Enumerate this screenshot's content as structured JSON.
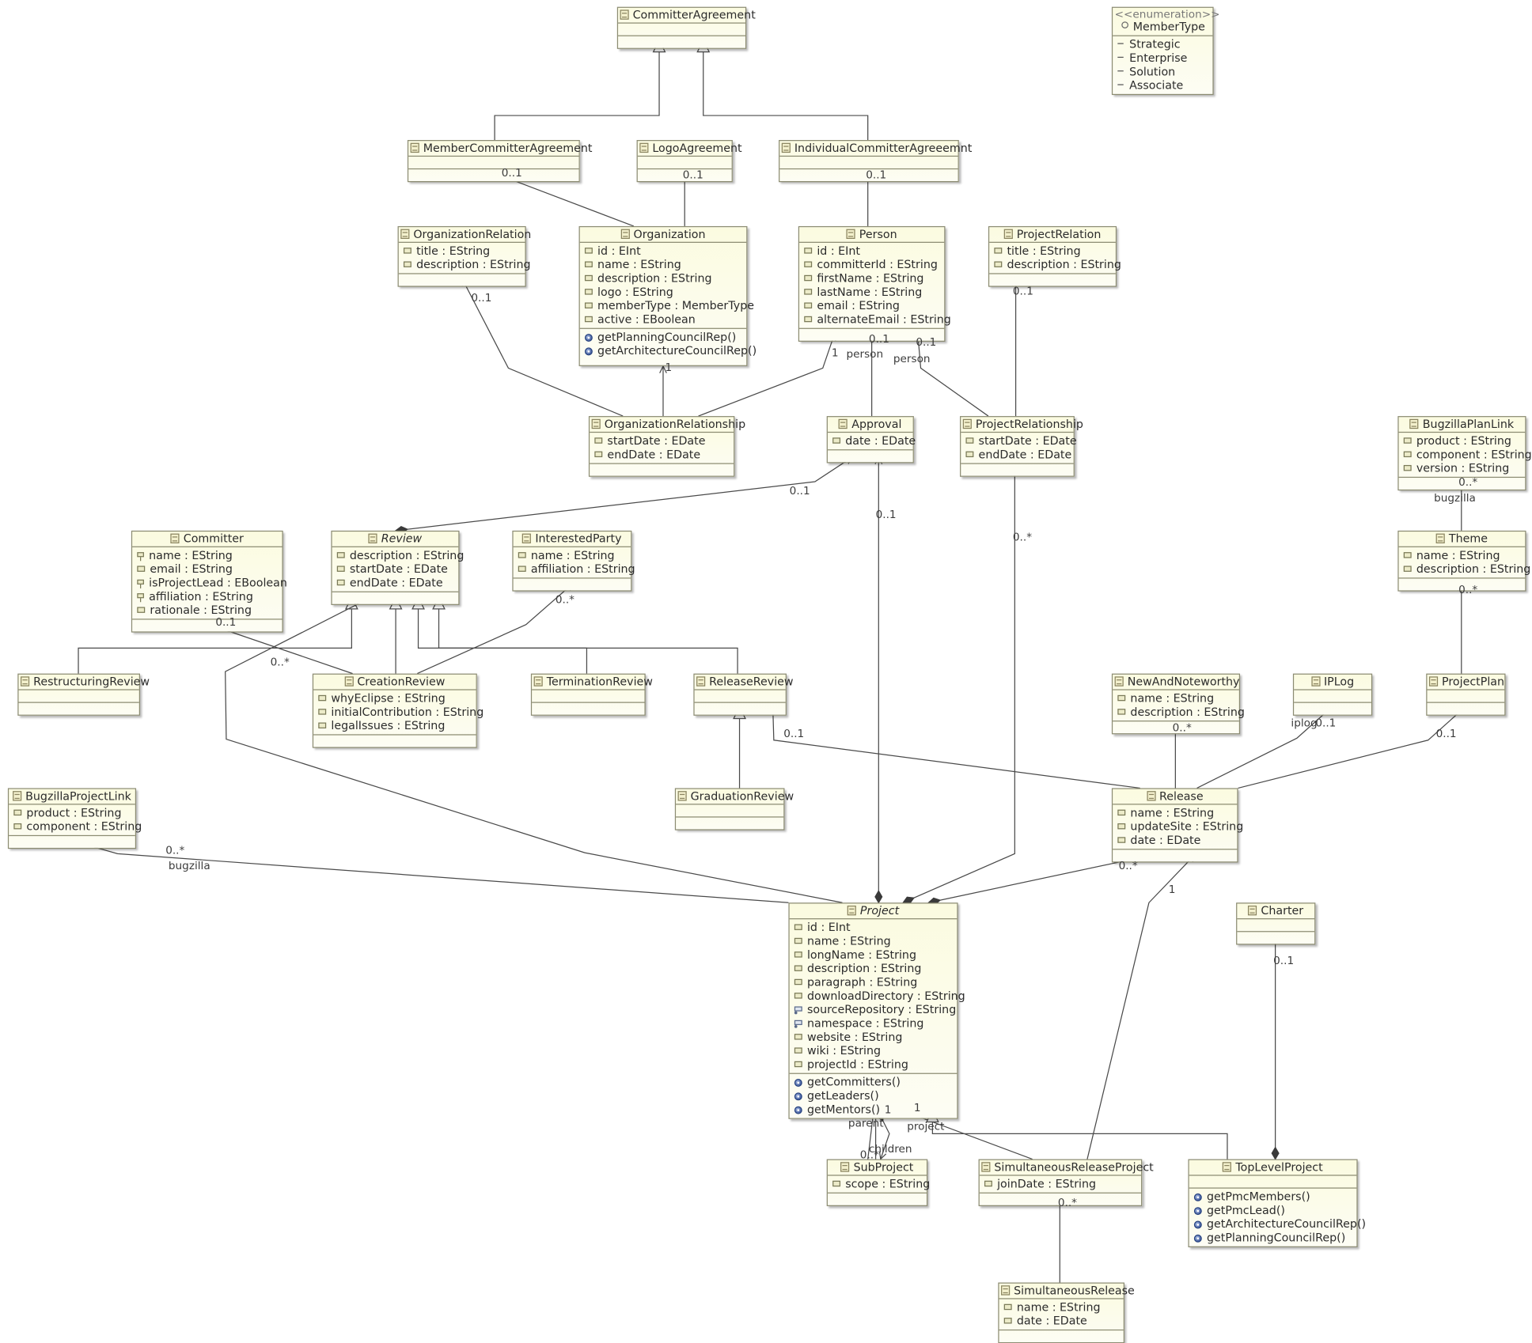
{
  "diagram": {
    "classes": [
      {
        "id": "CommitterAgreement",
        "name": "CommitterAgreement",
        "attributes": [],
        "operations": []
      },
      {
        "id": "MemberType",
        "stereotype": "<<enumeration>>",
        "name": "MemberType",
        "literals": [
          "Strategic",
          "Enterprise",
          "Solution",
          "Associate"
        ]
      },
      {
        "id": "MemberCommitterAgreement",
        "name": "MemberCommitterAgreement",
        "attributes": [],
        "operations": []
      },
      {
        "id": "LogoAgreement",
        "name": "LogoAgreement",
        "attributes": [],
        "operations": []
      },
      {
        "id": "IndividualCommitterAgreeemnt",
        "name": "IndividualCommitterAgreeemnt",
        "attributes": [],
        "operations": []
      },
      {
        "id": "OrganizationRelation",
        "name": "OrganizationRelation",
        "attributes": [
          {
            "text": "title : EString",
            "kind": "attr"
          },
          {
            "text": "description : EString",
            "kind": "attr"
          }
        ],
        "operations": []
      },
      {
        "id": "Organization",
        "name": "Organization",
        "attributes": [
          {
            "text": "id : EInt",
            "kind": "attr"
          },
          {
            "text": "name : EString",
            "kind": "attr"
          },
          {
            "text": "description : EString",
            "kind": "attr"
          },
          {
            "text": "logo : EString",
            "kind": "attr"
          },
          {
            "text": "memberType : MemberType",
            "kind": "attr"
          },
          {
            "text": "active : EBoolean",
            "kind": "attr"
          }
        ],
        "operations": [
          "getPlanningCouncilRep()",
          "getArchitectureCouncilRep()"
        ]
      },
      {
        "id": "Person",
        "name": "Person",
        "attributes": [
          {
            "text": "id : EInt",
            "kind": "attr"
          },
          {
            "text": "committerId : EString",
            "kind": "attr"
          },
          {
            "text": "firstName : EString",
            "kind": "attr"
          },
          {
            "text": "lastName : EString",
            "kind": "attr"
          },
          {
            "text": "email : EString",
            "kind": "attr"
          },
          {
            "text": "alternateEmail : EString",
            "kind": "attr"
          }
        ],
        "operations": []
      },
      {
        "id": "ProjectRelation",
        "name": "ProjectRelation",
        "attributes": [
          {
            "text": "title : EString",
            "kind": "attr"
          },
          {
            "text": "description : EString",
            "kind": "attr"
          }
        ],
        "operations": []
      },
      {
        "id": "OrganizationRelationship",
        "name": "OrganizationRelationship",
        "attributes": [
          {
            "text": "startDate : EDate",
            "kind": "attr"
          },
          {
            "text": "endDate : EDate",
            "kind": "attr"
          }
        ],
        "operations": []
      },
      {
        "id": "Approval",
        "name": "Approval",
        "attributes": [
          {
            "text": "date : EDate",
            "kind": "attr"
          }
        ],
        "operations": []
      },
      {
        "id": "ProjectRelationship",
        "name": "ProjectRelationship",
        "attributes": [
          {
            "text": "startDate : EDate",
            "kind": "attr"
          },
          {
            "text": "endDate : EDate",
            "kind": "attr"
          }
        ],
        "operations": []
      },
      {
        "id": "BugzillaPlanLink",
        "name": "BugzillaPlanLink",
        "attributes": [
          {
            "text": "product : EString",
            "kind": "attr"
          },
          {
            "text": "component : EString",
            "kind": "attr"
          },
          {
            "text": "version : EString",
            "kind": "attr"
          }
        ],
        "operations": []
      },
      {
        "id": "Committer",
        "name": "Committer",
        "attributes": [
          {
            "text": "name : EString",
            "kind": "id"
          },
          {
            "text": "email : EString",
            "kind": "attr"
          },
          {
            "text": "isProjectLead : EBoolean",
            "kind": "id"
          },
          {
            "text": "affiliation : EString",
            "kind": "id"
          },
          {
            "text": "rationale : EString",
            "kind": "attr"
          }
        ],
        "operations": []
      },
      {
        "id": "Review",
        "name": "Review",
        "abstract": true,
        "attributes": [
          {
            "text": "description : EString",
            "kind": "attr"
          },
          {
            "text": "startDate : EDate",
            "kind": "attr"
          },
          {
            "text": "endDate : EDate",
            "kind": "attr"
          }
        ],
        "operations": []
      },
      {
        "id": "InterestedParty",
        "name": "InterestedParty",
        "attributes": [
          {
            "text": "name : EString",
            "kind": "attr"
          },
          {
            "text": "affiliation : EString",
            "kind": "attr"
          }
        ],
        "operations": []
      },
      {
        "id": "Theme",
        "name": "Theme",
        "attributes": [
          {
            "text": "name : EString",
            "kind": "attr"
          },
          {
            "text": "description : EString",
            "kind": "attr"
          }
        ],
        "operations": []
      },
      {
        "id": "RestructuringReview",
        "name": "RestructuringReview",
        "attributes": [],
        "operations": []
      },
      {
        "id": "CreationReview",
        "name": "CreationReview",
        "attributes": [
          {
            "text": "whyEclipse : EString",
            "kind": "attr"
          },
          {
            "text": "initialContribution : EString",
            "kind": "attr"
          },
          {
            "text": "legalIssues : EString",
            "kind": "attr"
          }
        ],
        "operations": []
      },
      {
        "id": "TerminationReview",
        "name": "TerminationReview",
        "attributes": [],
        "operations": []
      },
      {
        "id": "ReleaseReview",
        "name": "ReleaseReview",
        "attributes": [],
        "operations": []
      },
      {
        "id": "NewAndNoteworthy",
        "name": "NewAndNoteworthy",
        "attributes": [
          {
            "text": "name : EString",
            "kind": "attr"
          },
          {
            "text": "description : EString",
            "kind": "attr"
          }
        ],
        "operations": []
      },
      {
        "id": "IPLog",
        "name": "IPLog",
        "attributes": [],
        "operations": []
      },
      {
        "id": "ProjectPlan",
        "name": "ProjectPlan",
        "attributes": [],
        "operations": []
      },
      {
        "id": "GraduationReview",
        "name": "GraduationReview",
        "attributes": [],
        "operations": []
      },
      {
        "id": "BugzillaProjectLink",
        "name": "BugzillaProjectLink",
        "attributes": [
          {
            "text": "product : EString",
            "kind": "attr"
          },
          {
            "text": "component : EString",
            "kind": "attr"
          }
        ],
        "operations": []
      },
      {
        "id": "Release",
        "name": "Release",
        "attributes": [
          {
            "text": "name : EString",
            "kind": "attr"
          },
          {
            "text": "updateSite : EString",
            "kind": "attr"
          },
          {
            "text": "date : EDate",
            "kind": "attr"
          }
        ],
        "operations": []
      },
      {
        "id": "Project",
        "name": "Project",
        "abstract": true,
        "attributes": [
          {
            "text": "id : EInt",
            "kind": "attr"
          },
          {
            "text": "name : EString",
            "kind": "attr"
          },
          {
            "text": "longName : EString",
            "kind": "attr"
          },
          {
            "text": "description : EString",
            "kind": "attr"
          },
          {
            "text": "paragraph : EString",
            "kind": "attr"
          },
          {
            "text": "downloadDirectory : EString",
            "kind": "attr"
          },
          {
            "text": "sourceRepository : EString",
            "kind": "ref"
          },
          {
            "text": "namespace : EString",
            "kind": "ref"
          },
          {
            "text": "website : EString",
            "kind": "attr"
          },
          {
            "text": "wiki : EString",
            "kind": "attr"
          },
          {
            "text": "projectId : EString",
            "kind": "attr"
          }
        ],
        "operations": [
          "getCommitters()",
          "getLeaders()",
          "getMentors()"
        ]
      },
      {
        "id": "Charter",
        "name": "Charter",
        "attributes": [],
        "operations": []
      },
      {
        "id": "SubProject",
        "name": "SubProject",
        "attributes": [
          {
            "text": "scope : EString",
            "kind": "attr"
          }
        ],
        "operations": []
      },
      {
        "id": "SimultaneousReleaseProject",
        "name": "SimultaneousReleaseProject",
        "attributes": [
          {
            "text": "joinDate : EString",
            "kind": "attr"
          }
        ],
        "operations": []
      },
      {
        "id": "TopLevelProject",
        "name": "TopLevelProject",
        "attributes": [],
        "operations": [
          "getPmcMembers()",
          "getPmcLead()",
          "getArchitectureCouncilRep()",
          "getPlanningCouncilRep()"
        ]
      },
      {
        "id": "SimultaneousRelease",
        "name": "SimultaneousRelease",
        "attributes": [
          {
            "text": "name : EString",
            "kind": "attr"
          },
          {
            "text": "date : EDate",
            "kind": "attr"
          }
        ],
        "operations": []
      }
    ],
    "edges": [
      {
        "id": "gen-member-agreement",
        "kind": "generalization",
        "from": "MemberCommitterAgreement",
        "to": "CommitterAgreement"
      },
      {
        "id": "gen-individual-agreement",
        "kind": "generalization",
        "from": "IndividualCommitterAgreeemnt",
        "to": "CommitterAgreement"
      },
      {
        "id": "org-member-agreement",
        "kind": "reference",
        "from": "Organization",
        "to": "MemberCommitterAgreement",
        "multiplicity": "0..1"
      },
      {
        "id": "org-logo-agreement",
        "kind": "reference",
        "from": "Organization",
        "to": "LogoAgreement",
        "multiplicity": "0..1"
      },
      {
        "id": "person-individual-agreement",
        "kind": "reference",
        "from": "Person",
        "to": "IndividualCommitterAgreeemnt",
        "multiplicity": "0..1"
      },
      {
        "id": "orgrel-relation",
        "kind": "reference",
        "from": "OrganizationRelationship",
        "to": "OrganizationRelation",
        "multiplicity": "0..1"
      },
      {
        "id": "orgrel-organization",
        "kind": "reference",
        "from": "OrganizationRelationship",
        "to": "Organization",
        "multiplicity": "1"
      },
      {
        "id": "orgrel-person",
        "kind": "reference",
        "from": "OrganizationRelationship",
        "to": "Person",
        "multiplicity": "1"
      },
      {
        "id": "approval-person",
        "kind": "reference",
        "from": "Approval",
        "to": "Person",
        "multiplicity": "0..1",
        "role": "person"
      },
      {
        "id": "projrel-person",
        "kind": "reference",
        "from": "ProjectRelationship",
        "to": "Person",
        "multiplicity": "0..1",
        "role": "person"
      },
      {
        "id": "projrel-relation",
        "kind": "reference",
        "from": "ProjectRelationship",
        "to": "ProjectRelation",
        "multiplicity": "0..1"
      },
      {
        "id": "review-approval",
        "kind": "composition",
        "from": "Review",
        "to": "Approval",
        "multiplicity": "0..1"
      },
      {
        "id": "project-approval",
        "kind": "composition",
        "from": "Project",
        "to": "Approval",
        "multiplicity": "0..1"
      },
      {
        "id": "project-projrel",
        "kind": "composition",
        "from": "Project",
        "to": "ProjectRelationship",
        "multiplicity": "0..*"
      },
      {
        "id": "gen-restructuring",
        "kind": "generalization",
        "from": "RestructuringReview",
        "to": "Review"
      },
      {
        "id": "gen-creation",
        "kind": "generalization",
        "from": "CreationReview",
        "to": "Review"
      },
      {
        "id": "gen-termination",
        "kind": "generalization",
        "from": "TerminationReview",
        "to": "Review"
      },
      {
        "id": "gen-release",
        "kind": "generalization",
        "from": "ReleaseReview",
        "to": "Review"
      },
      {
        "id": "gen-graduation",
        "kind": "generalization",
        "from": "GraduationReview",
        "to": "ReleaseReview"
      },
      {
        "id": "creation-committer",
        "kind": "reference",
        "from": "CreationReview",
        "to": "Committer",
        "multiplicity": "0..1"
      },
      {
        "id": "creation-interested",
        "kind": "reference",
        "from": "CreationReview",
        "to": "InterestedParty",
        "multiplicity": "0..*"
      },
      {
        "id": "project-review",
        "kind": "reference",
        "from": "Project",
        "to": "Review",
        "multiplicity": "0..*"
      },
      {
        "id": "theme-planlink",
        "kind": "reference",
        "from": "Theme",
        "to": "BugzillaPlanLink",
        "multiplicity": "0..*",
        "role": "bugzilla"
      },
      {
        "id": "plan-theme",
        "kind": "reference",
        "from": "ProjectPlan",
        "to": "Theme",
        "multiplicity": "0..*"
      },
      {
        "id": "release-releasereview",
        "kind": "reference",
        "from": "Release",
        "to": "ReleaseReview",
        "multiplicity": "0..1"
      },
      {
        "id": "release-newnoteworthy",
        "kind": "reference",
        "from": "Release",
        "to": "NewAndNoteworthy",
        "multiplicity": "0..*"
      },
      {
        "id": "release-iplog",
        "kind": "reference",
        "from": "Release",
        "to": "IPLog",
        "multiplicity": "0..1",
        "role": "iplog"
      },
      {
        "id": "release-projectplan",
        "kind": "reference",
        "from": "Release",
        "to": "ProjectPlan",
        "multiplicity": "0..1"
      },
      {
        "id": "project-bugzilla",
        "kind": "reference",
        "from": "Project",
        "to": "BugzillaProjectLink",
        "multiplicity": "0..*",
        "role": "bugzilla"
      },
      {
        "id": "project-release",
        "kind": "composition",
        "from": "Project",
        "to": "Release",
        "multiplicity": "0..*"
      },
      {
        "id": "srp-release",
        "kind": "reference",
        "from": "SimultaneousReleaseProject",
        "to": "Release",
        "multiplicity": "1"
      },
      {
        "id": "tlp-charter",
        "kind": "composition",
        "from": "TopLevelProject",
        "to": "Charter",
        "multiplicity": "0..1"
      },
      {
        "id": "project-subproject",
        "kind": "containment",
        "from": "Project",
        "to": "SubProject",
        "multiplicity": "0..*",
        "role": "children"
      },
      {
        "id": "subproject-parent",
        "kind": "reference",
        "from": "SubProject",
        "to": "Project",
        "multiplicity": "1",
        "role": "parent"
      },
      {
        "id": "srp-project",
        "kind": "reference",
        "from": "SimultaneousReleaseProject",
        "to": "Project",
        "multiplicity": "1",
        "role": "project"
      },
      {
        "id": "gen-subproject",
        "kind": "generalization",
        "from": "SubProject",
        "to": "Project"
      },
      {
        "id": "gen-toplevel",
        "kind": "generalization",
        "from": "TopLevelProject",
        "to": "Project"
      },
      {
        "id": "simrelease-srp",
        "kind": "reference",
        "from": "SimultaneousRelease",
        "to": "SimultaneousReleaseProject",
        "multiplicity": "0..*"
      }
    ]
  }
}
